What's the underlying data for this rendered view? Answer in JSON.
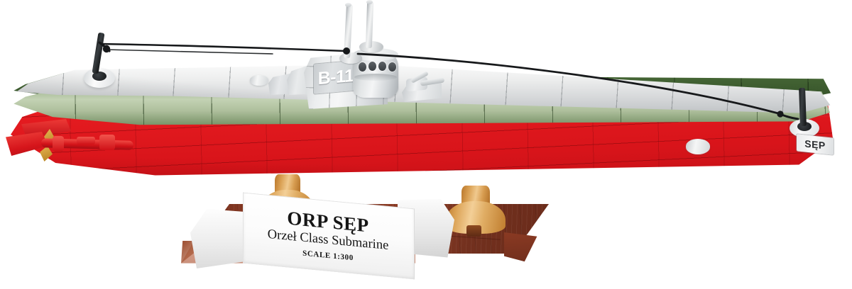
{
  "scene": {
    "subject": "ORP SĘP Orzeł Class Submarine brick model on display stand",
    "background_color": "#ffffff"
  },
  "nameplate": {
    "title": "ORP SĘP",
    "subtitle": "Orzeł Class Submarine",
    "scale": "SCALE 1:300",
    "plate_color": "#ffffff",
    "text_color": "#151515"
  },
  "submarine": {
    "conning_tower": {
      "hull_number": "B-11",
      "number_color": "#ffffff"
    },
    "stern": {
      "name_marking": "SĘP",
      "marking_color": "#2a2d30"
    },
    "colors": {
      "deck_grey": "#e7e9ea",
      "dark_green": "#3d5c2f",
      "light_green": "#bccfad",
      "red": "#e0151b",
      "black": "#1b1e20",
      "gold": "#d9a255"
    },
    "parts": [
      {
        "name": "forward-antenna-post",
        "label": "forward antenna mast"
      },
      {
        "name": "aft-antenna-post",
        "label": "aft antenna mast"
      },
      {
        "name": "periscope-mast-front",
        "label": "attack periscope"
      },
      {
        "name": "periscope-mast-rear",
        "label": "search periscope"
      },
      {
        "name": "deck-gun",
        "label": "deck gun"
      },
      {
        "name": "propeller",
        "label": "propeller"
      },
      {
        "name": "rudder",
        "label": "rudder"
      },
      {
        "name": "antenna-wire",
        "label": "radio antenna wire"
      }
    ],
    "tower_ports_count": 4
  },
  "stand": {
    "base_material": "wood-grain",
    "base_color": "#7c3420",
    "edge_color": "#cf9580",
    "support_color": "#d9a255",
    "support_count": 2
  }
}
